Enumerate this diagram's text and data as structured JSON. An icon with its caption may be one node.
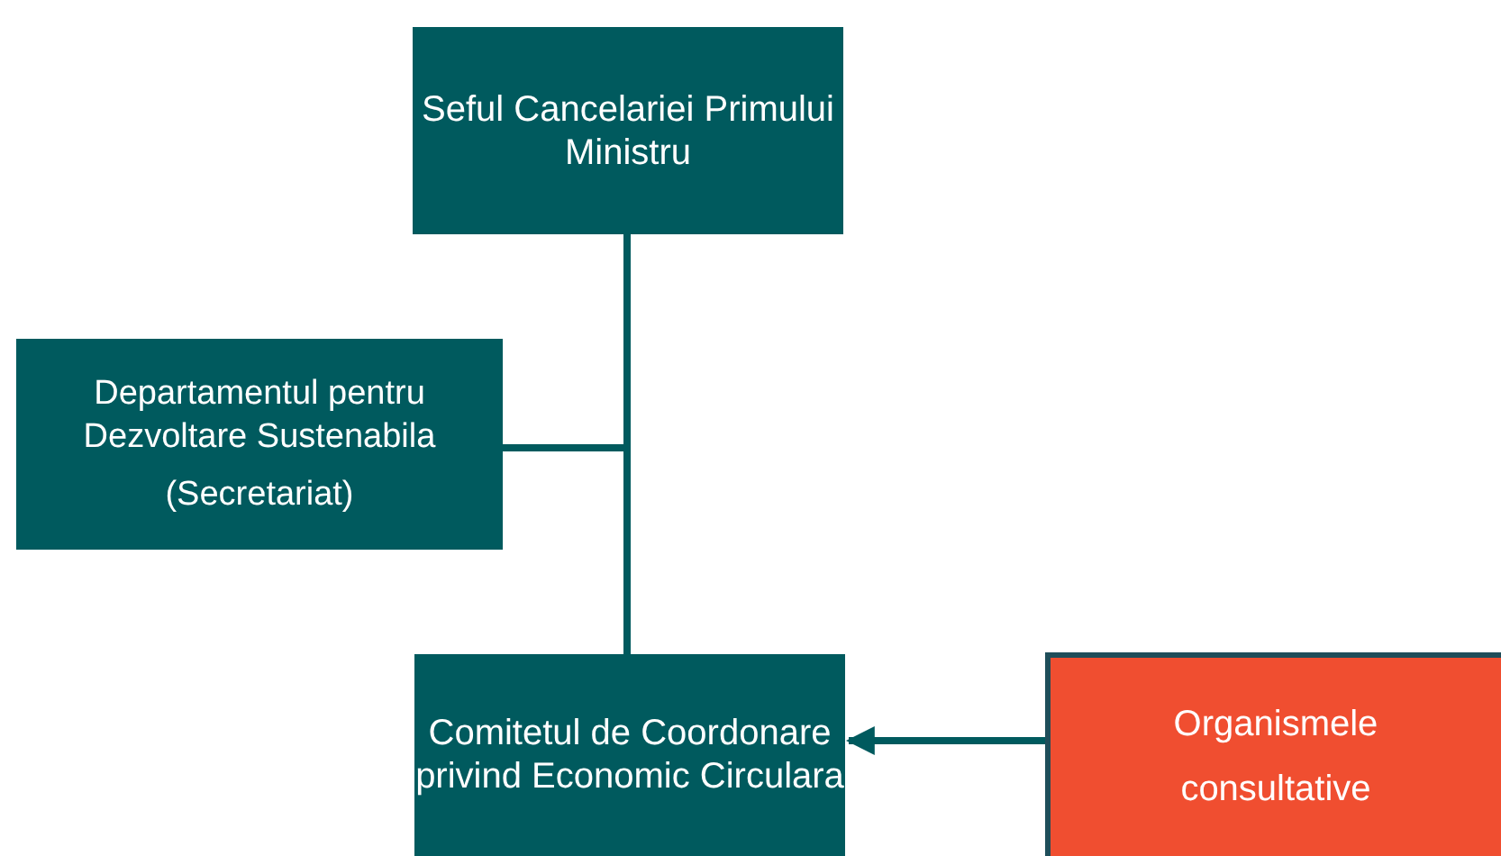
{
  "diagram": {
    "nodes": [
      {
        "text": [
          "Seful Cancelariei Primului Ministru"
        ]
      },
      {
        "text": [
          "Departamentul pentru Dezvoltare Sustenabila",
          "(Secretariat)"
        ]
      },
      {
        "text": [
          "Comitetul de Coordonare privind Economic Circulara"
        ]
      },
      {
        "text": [
          "Organismele consultative"
        ]
      }
    ],
    "edges": [
      {
        "from": 0,
        "to": 2,
        "arrow": "none"
      },
      {
        "from": 1,
        "to": 2,
        "arrow": "none"
      },
      {
        "from": 3,
        "to": 2,
        "arrow": "to"
      }
    ]
  }
}
